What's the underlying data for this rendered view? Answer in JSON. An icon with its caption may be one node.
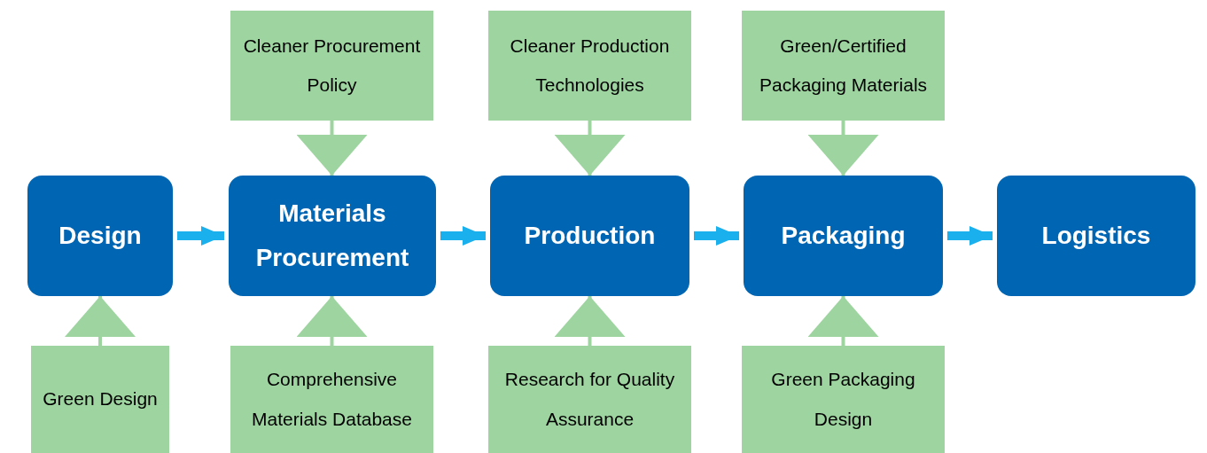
{
  "diagram": {
    "nodes": [
      {
        "text": [
          "Cleaner Procurement Policy"
        ]
      },
      {
        "text": [
          "Cleaner Production Technologies"
        ]
      },
      {
        "text": [
          "Green/Certified Packaging Materials"
        ]
      },
      {
        "text": [
          "Design"
        ]
      },
      {
        "text": [
          "Materials Procurement"
        ]
      },
      {
        "text": [
          "Production"
        ]
      },
      {
        "text": [
          "Packaging"
        ]
      },
      {
        "text": [
          "Logistics"
        ]
      },
      {
        "text": [
          "Green Design"
        ]
      },
      {
        "text": [
          "Comprehensive Materials Database"
        ]
      },
      {
        "text": [
          "Research for Quality Assurance"
        ]
      },
      {
        "text": [
          "Green Packaging Design"
        ]
      }
    ],
    "edges": [
      {
        "from": 3,
        "to": 4,
        "arrow": "to",
        "style": "thick",
        "color": "#1ab0ee"
      },
      {
        "from": 4,
        "to": 5,
        "arrow": "to",
        "style": "thick",
        "color": "#1ab0ee"
      },
      {
        "from": 5,
        "to": 6,
        "arrow": "to",
        "style": "thick",
        "color": "#1ab0ee"
      },
      {
        "from": 6,
        "to": 7,
        "arrow": "to",
        "style": "thick",
        "color": "#1ab0ee"
      },
      {
        "from": 0,
        "to": 4,
        "arrow": "to"
      },
      {
        "from": 1,
        "to": 5,
        "arrow": "to"
      },
      {
        "from": 2,
        "to": 6,
        "arrow": "to"
      },
      {
        "from": 8,
        "to": 3,
        "arrow": "to"
      },
      {
        "from": 9,
        "to": 4,
        "arrow": "to"
      },
      {
        "from": 10,
        "to": 5,
        "arrow": "to"
      },
      {
        "from": 11,
        "to": 6,
        "arrow": "to"
      }
    ]
  }
}
